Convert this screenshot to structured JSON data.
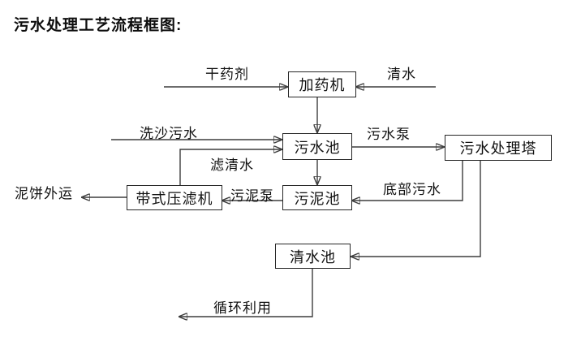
{
  "title": "污水处理工艺流程框图:",
  "diagram": {
    "boxes": [
      {
        "id": "dosing-machine",
        "label": "加药机"
      },
      {
        "id": "sewage-pool",
        "label": "污水池"
      },
      {
        "id": "treatment-tower",
        "label": "污水处理塔"
      },
      {
        "id": "sludge-pool",
        "label": "污泥池"
      },
      {
        "id": "belt-filter-press",
        "label": "带式压滤机"
      },
      {
        "id": "clean-water-pool",
        "label": "清水池"
      }
    ],
    "flow_labels": [
      {
        "id": "dry-agent",
        "label": "干药剂"
      },
      {
        "id": "clean-water",
        "label": "清水"
      },
      {
        "id": "sand-washing-sewage",
        "label": "洗沙污水"
      },
      {
        "id": "sewage-pump",
        "label": "污水泵"
      },
      {
        "id": "filtered-water",
        "label": "滤清水"
      },
      {
        "id": "sludge-pump",
        "label": "污泥泵"
      },
      {
        "id": "bottom-sewage",
        "label": "底部污水"
      },
      {
        "id": "mud-cake-out",
        "label": "泥饼外运"
      },
      {
        "id": "recycle-use",
        "label": "循环利用"
      }
    ],
    "edges": [
      {
        "from": "干药剂",
        "to": "加药机"
      },
      {
        "from": "清水",
        "to": "加药机"
      },
      {
        "from": "加药机",
        "to": "污水池"
      },
      {
        "from": "洗沙污水",
        "to": "污水池"
      },
      {
        "from": "带式压滤机",
        "to": "污水池",
        "label": "滤清水"
      },
      {
        "from": "污水池",
        "to": "污水处理塔",
        "label": "污水泵"
      },
      {
        "from": "污水池",
        "to": "污泥池"
      },
      {
        "from": "污水处理塔",
        "to": "污泥池",
        "label": "底部污水"
      },
      {
        "from": "污泥池",
        "to": "带式压滤机",
        "label": "污泥泵"
      },
      {
        "from": "带式压滤机",
        "to": "泥饼外运"
      },
      {
        "from": "污水处理塔",
        "to": "清水池"
      },
      {
        "from": "清水池",
        "to": "循环利用"
      }
    ],
    "colors": {
      "background": "#ffffff",
      "line": "#3d3d3d",
      "box_border": "#262626",
      "text": "#000000"
    }
  }
}
